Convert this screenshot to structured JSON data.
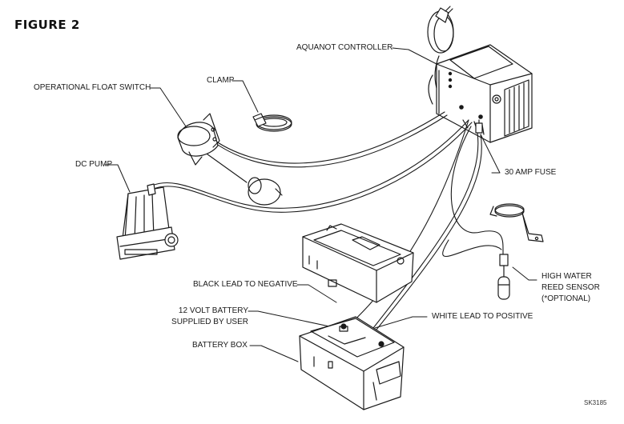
{
  "figure": {
    "title": "FIGURE 2",
    "code": "SK3185"
  },
  "labels": {
    "aquanot_controller": "AQUANOT CONTROLLER",
    "clamp": "CLAMP",
    "float_switch": "OPERATIONAL FLOAT SWITCH",
    "dc_pump": "DC PUMP",
    "fuse": "30 AMP FUSE",
    "reed_sensor_1": "HIGH WATER",
    "reed_sensor_2": "REED SENSOR",
    "reed_sensor_3": "(*OPTIONAL)",
    "black_lead": "BLACK LEAD TO NEGATIVE",
    "battery_1": "12 VOLT BATTERY",
    "battery_2": "SUPPLIED BY USER",
    "white_lead": "WHITE LEAD TO POSITIVE",
    "battery_box": "BATTERY BOX"
  }
}
